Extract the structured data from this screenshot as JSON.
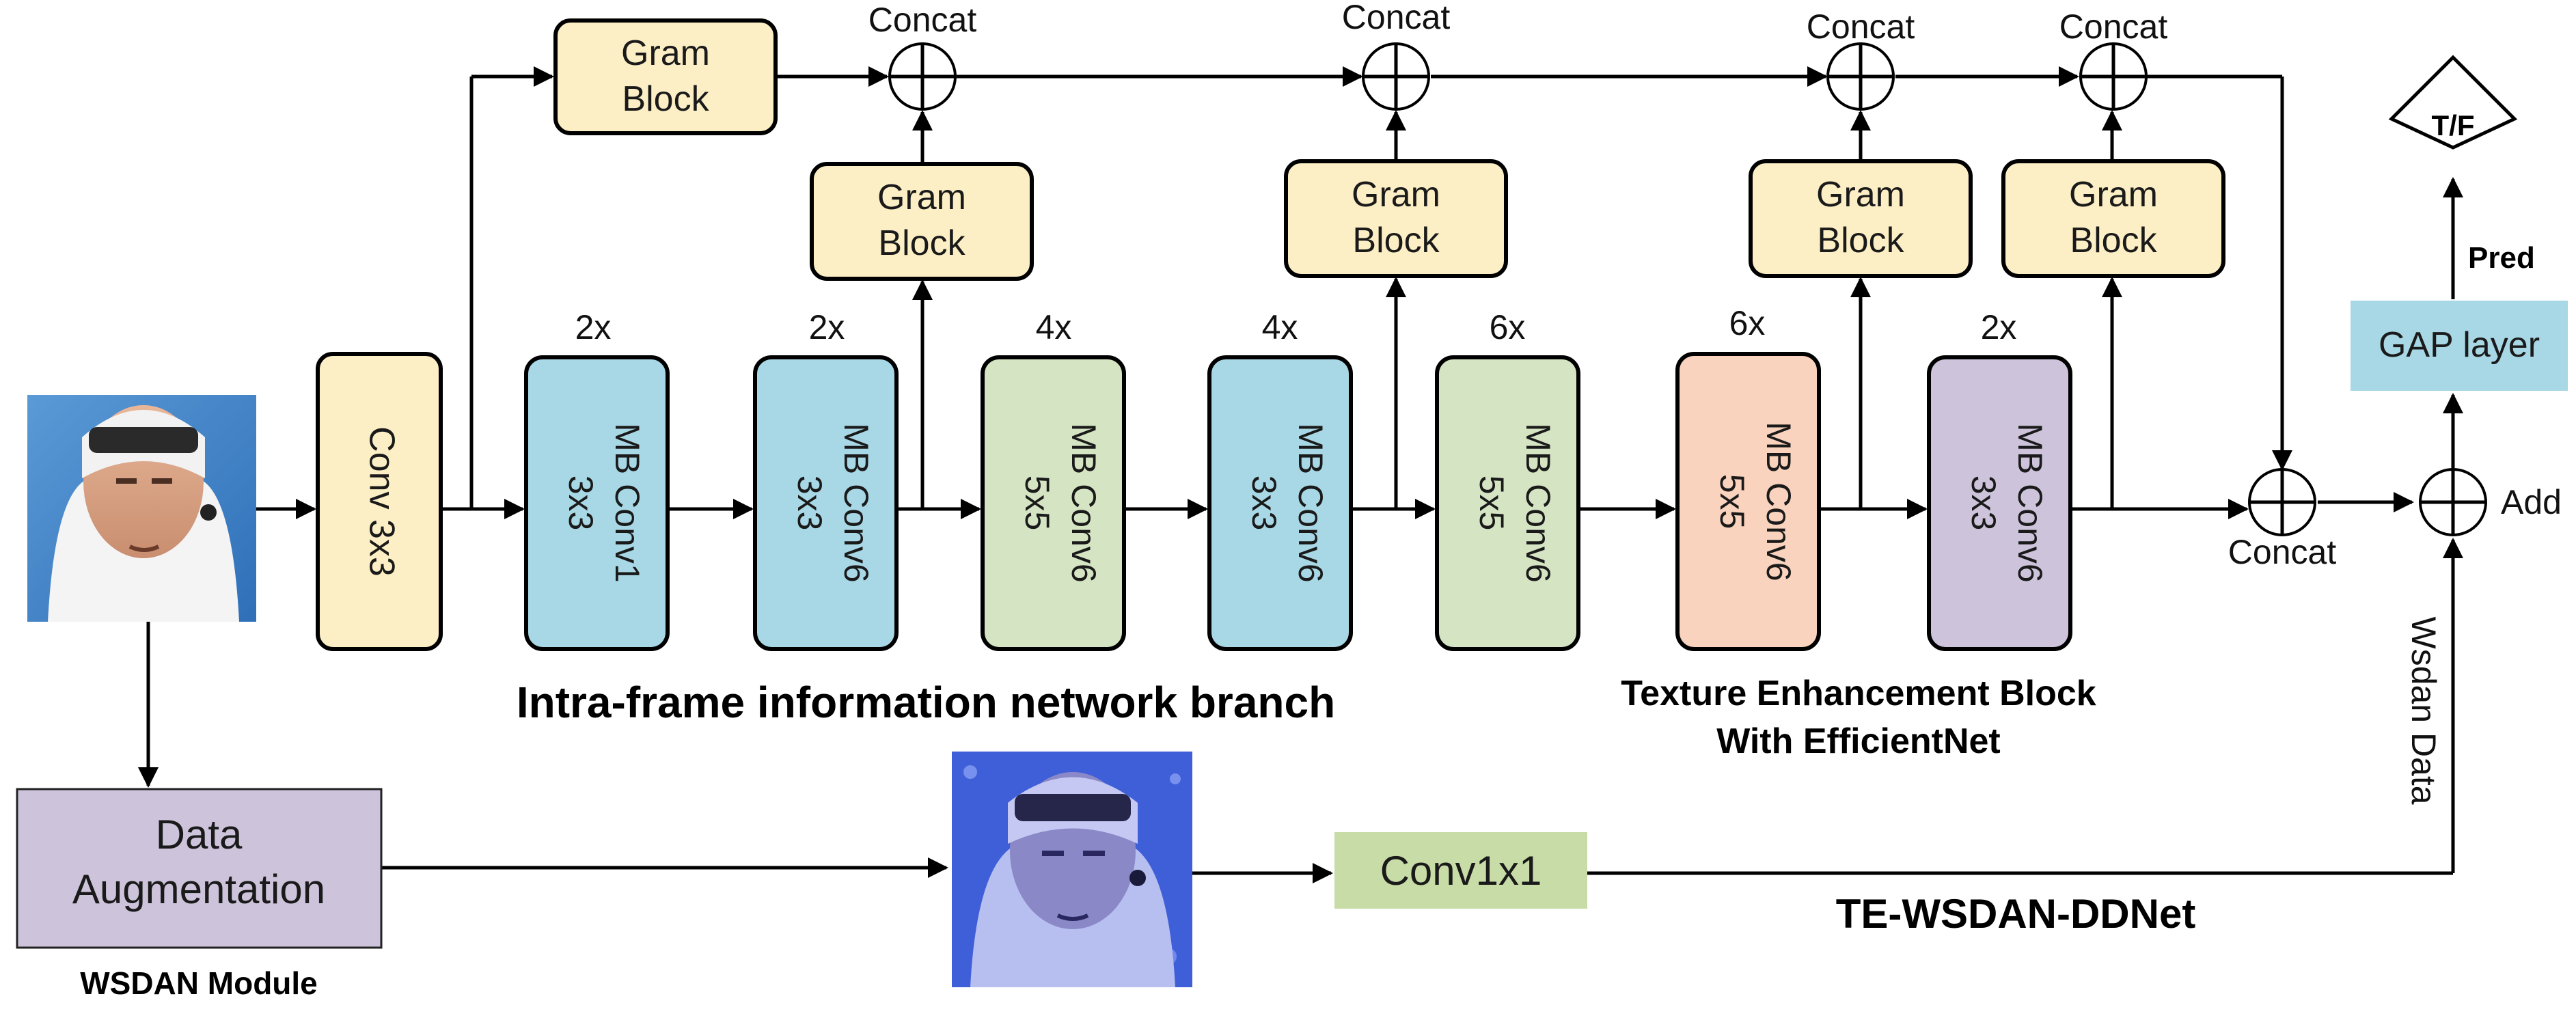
{
  "colors": {
    "gram_fill": "#fdefc5",
    "conv_fill": "#fdefc5",
    "mb_blue_fill": "#a8d8e6",
    "mb_green_fill": "#d5e5c3",
    "mb_orange_fill": "#f9d3bd",
    "mb_purple_fill": "#cdc4dc",
    "gap_fill": "#a8d8e6",
    "conv1x1_fill": "#c8dca7",
    "data_aug_fill": "#cdc4dc",
    "stroke": "#000000"
  },
  "input_image": {
    "icon": "face-photo-icon"
  },
  "augmented_image": {
    "icon": "augmented-face-photo-icon"
  },
  "conv_stem": {
    "label": "Conv 3x3"
  },
  "mb_blocks": [
    {
      "mult": "2x",
      "line1": "MB Conv1",
      "line2": "3x3"
    },
    {
      "mult": "2x",
      "line1": "MB Conv6",
      "line2": "3x3"
    },
    {
      "mult": "4x",
      "line1": "MB Conv6",
      "line2": "5x5"
    },
    {
      "mult": "4x",
      "line1": "MB Conv6",
      "line2": "3x3"
    },
    {
      "mult": "6x",
      "line1": "MB Conv6",
      "line2": "5x5"
    },
    {
      "mult": "6x",
      "line1": "MB Conv6",
      "line2": "5x5"
    },
    {
      "mult": "2x",
      "line1": "MB Conv6",
      "line2": "3x3"
    }
  ],
  "gram_block": {
    "line1": "Gram",
    "line2": "Block"
  },
  "concat_label": "Concat",
  "add_label": "Add",
  "gap_layer": {
    "label": "GAP layer"
  },
  "pred_label": "Pred",
  "output": {
    "label": "T/F"
  },
  "data_augmentation": {
    "line1": "Data",
    "line2": "Augmentation"
  },
  "conv1x1": {
    "label": "Conv1x1"
  },
  "wsdan_data_label": "Wsdan Data",
  "captions": {
    "intra_frame": "Intra-frame information network branch",
    "texture_line1": "Texture Enhancement Block",
    "texture_line2": "With EfficientNet",
    "wsdan_module": "WSDAN Module",
    "network_name": "TE-WSDAN-DDNet"
  }
}
